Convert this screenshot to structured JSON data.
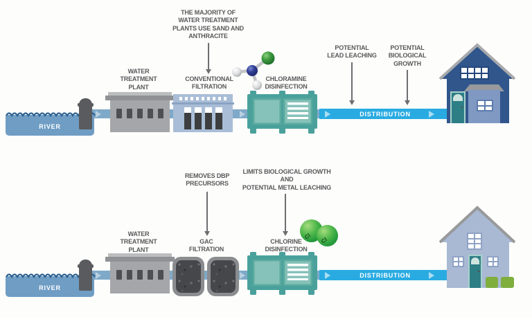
{
  "colors": {
    "text": "#58595b",
    "supply_pipe": "#7fa9c8",
    "distribution_pipe": "#29abe2",
    "river_water": "#6f9dc4",
    "tank_teal": "#4aa19c",
    "filtration_blue": "#a9bdd6",
    "plant_gray": "#a4a6a9",
    "house_dark_blue": "#31568c",
    "house_light_blue": "#a9b9d3",
    "molecule_green": "#3fae49",
    "bush_green": "#7fae3d"
  },
  "top_row": {
    "callout_filtration": "THE MAJORITY OF\nWATER TREATMENT\nPLANTS USE SAND AND\nANTHRACITE",
    "river": "RIVER",
    "plant": "WATER\nTREATMENT\nPLANT",
    "filtration": "CONVENTIONAL\nFILTRATION",
    "disinfection": "CHLORAMINE\nDISINFECTION",
    "distribution": "DISTRIBUTION",
    "annotation_lead": "POTENTIAL\nLEAD LEACHING",
    "annotation_growth": "POTENTIAL\nBIOLOGICAL\nGROWTH"
  },
  "bottom_row": {
    "callout_filtration": "REMOVES DBP\nPRECURSORS",
    "callout_disinfection": "LIMITS BIOLOGICAL GROWTH\nAND\nPOTENTIAL METAL LEACHING",
    "river": "RIVER",
    "plant": "WATER\nTREATMENT\nPLANT",
    "filtration": "GAC\nFILTRATION",
    "disinfection": "CHLORINE\nDISINFECTION",
    "distribution": "DISTRIBUTION",
    "atoms": {
      "a1": "Cl",
      "a2": "Cl"
    }
  }
}
